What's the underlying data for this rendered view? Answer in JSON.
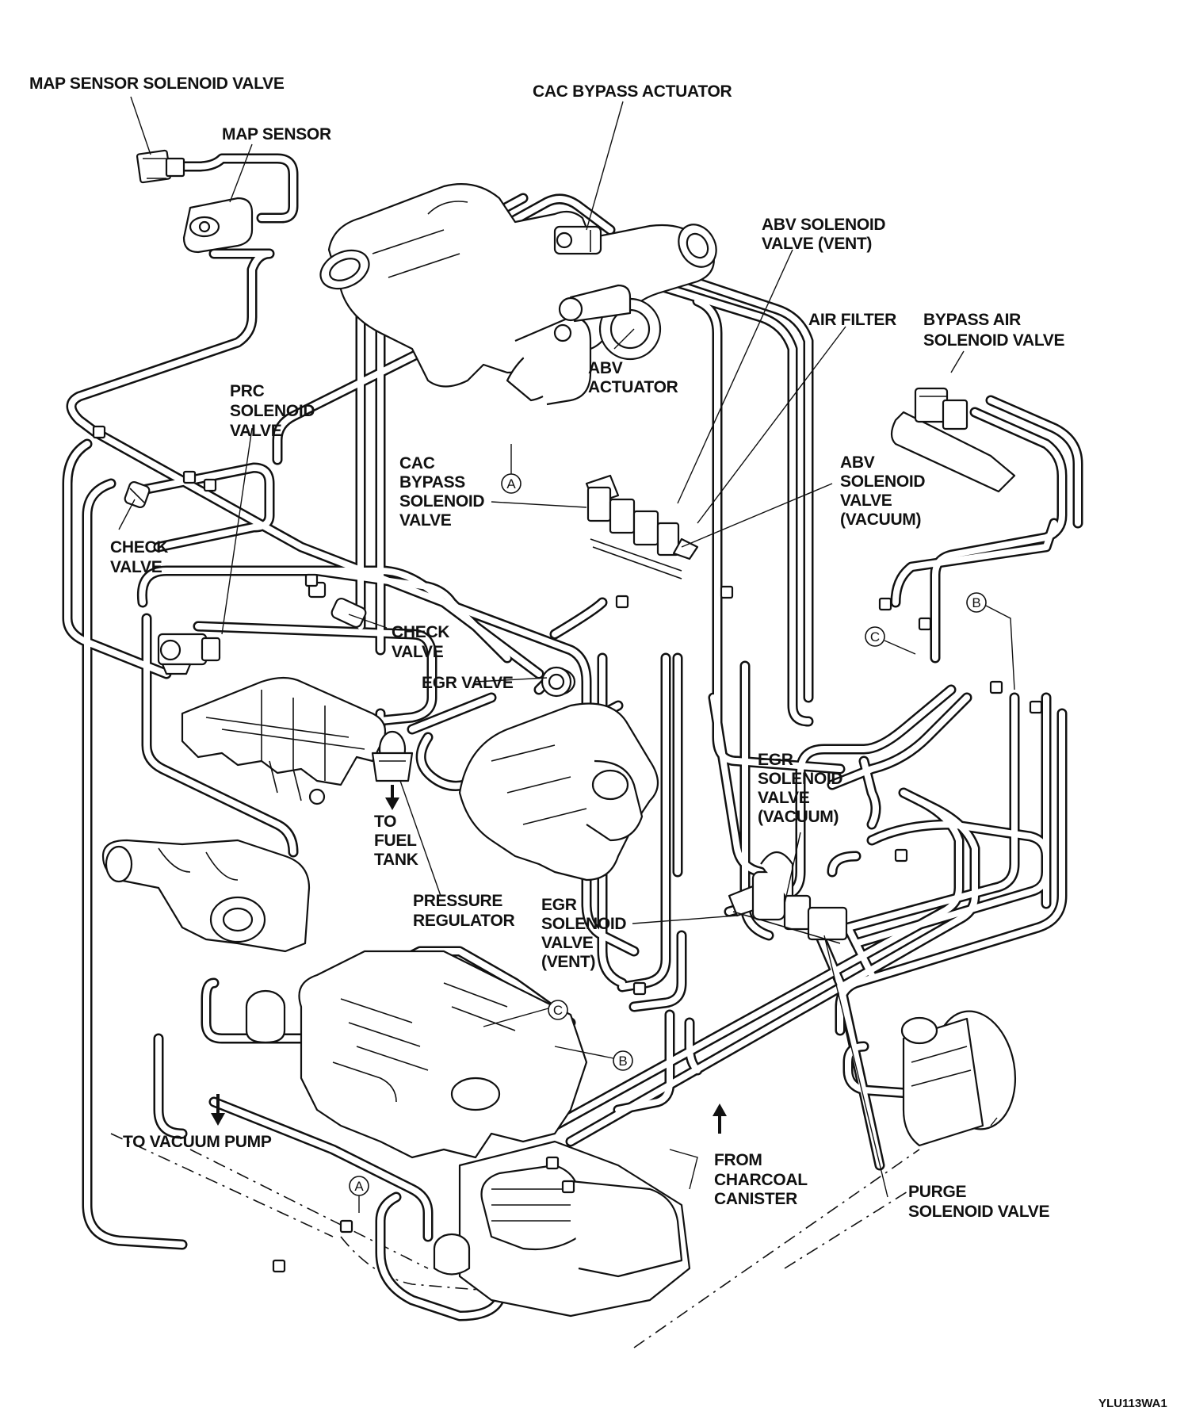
{
  "labels": {
    "map_sensor_solenoid_valve": "MAP SENSOR SOLENOID VALVE",
    "map_sensor": "MAP SENSOR",
    "cac_bypass_actuator": "CAC BYPASS ACTUATOR",
    "abv_solenoid_valve_vent": [
      "ABV SOLENOID",
      "VALVE (VENT)"
    ],
    "air_filter": "AIR FILTER",
    "bypass_air_solenoid_valve": [
      "BYPASS AIR",
      "SOLENOID VALVE"
    ],
    "abv_actuator": [
      "ABV",
      "ACTUATOR"
    ],
    "prc_solenoid_valve": [
      "PRC",
      "SOLENOID",
      "VALVE"
    ],
    "cac_bypass_solenoid_valve": [
      "CAC",
      "BYPASS",
      "SOLENOID",
      "VALVE"
    ],
    "abv_solenoid_valve_vacuum": [
      "ABV",
      "SOLENOID",
      "VALVE",
      "(VACUUM)"
    ],
    "check_valve_left": [
      "CHECK",
      "VALVE"
    ],
    "check_valve_center": [
      "CHECK",
      "VALVE"
    ],
    "egr_valve": "EGR VALVE",
    "to_fuel_tank": [
      "TO",
      "FUEL",
      "TANK"
    ],
    "egr_solenoid_valve_vacuum": [
      "EGR",
      "SOLENOID",
      "VALVE",
      "(VACUUM)"
    ],
    "pressure_regulator": [
      "PRESSURE",
      "REGULATOR"
    ],
    "egr_solenoid_valve_vent": [
      "EGR",
      "SOLENOID",
      "VALVE",
      "(VENT)"
    ],
    "to_vacuum_pump": "TO VACUUM PUMP",
    "from_charcoal_canister": [
      "FROM",
      "CHARCOAL",
      "CANISTER"
    ],
    "purge_solenoid_valve": [
      "PURGE",
      "SOLENOID VALVE"
    ]
  },
  "connection_markers": {
    "a": "A",
    "b": "B",
    "c": "C"
  },
  "figure_code": "YLU113WA1"
}
